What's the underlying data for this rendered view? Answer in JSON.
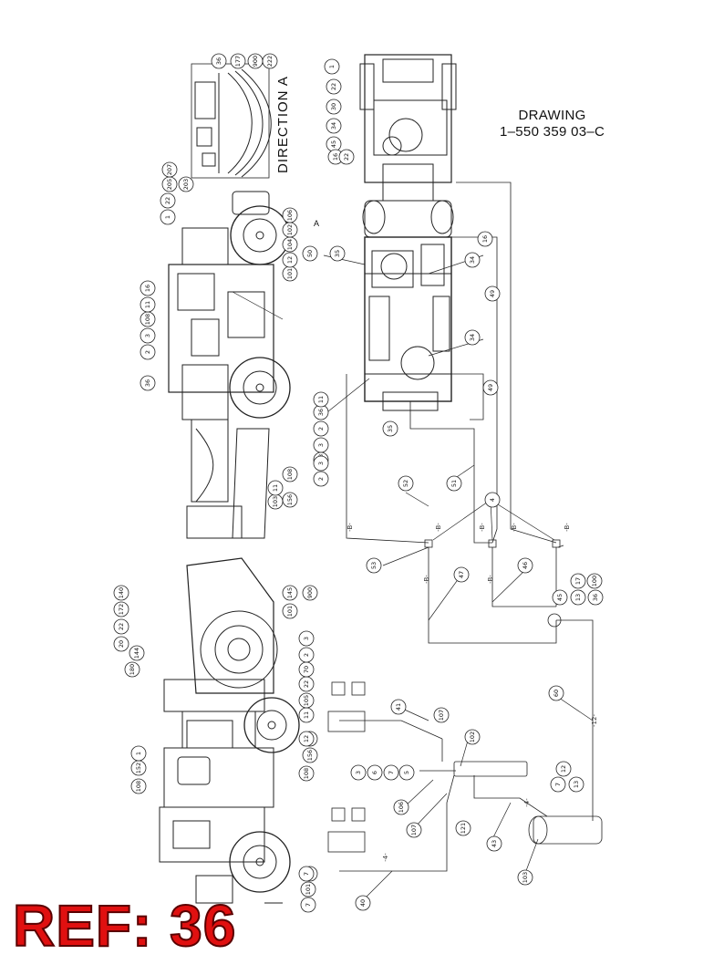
{
  "drawing": {
    "title_line1": "DRAWING",
    "title_line2": "1–550 359 03–C"
  },
  "direction_label": "DIRECTION A",
  "small_letters": {
    "arrow_a": "A"
  },
  "ref_stamp": "REF: 36",
  "callouts": {
    "direction_view": [
      "36",
      "177",
      "900",
      "222"
    ],
    "top_right_vehicle": [
      "1",
      "22",
      "30",
      "34",
      "45",
      "16",
      "22",
      "35",
      "34",
      "34",
      "35",
      "36",
      "2",
      "3",
      "108",
      "11",
      "16",
      "49",
      "49",
      "50"
    ],
    "left_vehicle_upper": [
      "1",
      "22",
      "205",
      "207",
      "203",
      "101",
      "12",
      "104",
      "102",
      "106",
      "2",
      "3",
      "108",
      "11",
      "16",
      "36",
      "3",
      "2",
      "103",
      "11",
      "108",
      "156"
    ],
    "left_vehicle_lower": [
      "101",
      "145",
      "900",
      "180",
      "144",
      "22",
      "172",
      "20",
      "140",
      "108",
      "152",
      "1",
      "22",
      "70",
      "2",
      "3",
      "11",
      "105",
      "108",
      "156",
      "101",
      "12",
      "7",
      "101",
      "12",
      "7"
    ],
    "hydraulic": [
      "52",
      "51",
      "4",
      "53",
      "47",
      "46",
      "45",
      "13",
      "17",
      "36",
      "100",
      "60",
      "12",
      "7",
      "13",
      "41",
      "107",
      "102",
      "3",
      "6",
      "7",
      "5",
      "106",
      "107",
      "121",
      "43",
      "103",
      "40"
    ]
  },
  "line_marks": [
    "-B-",
    "-B-",
    "-B-",
    "-B-",
    "-B-",
    "-B-",
    "-B-",
    "-12-",
    "-4-",
    "-4-"
  ]
}
